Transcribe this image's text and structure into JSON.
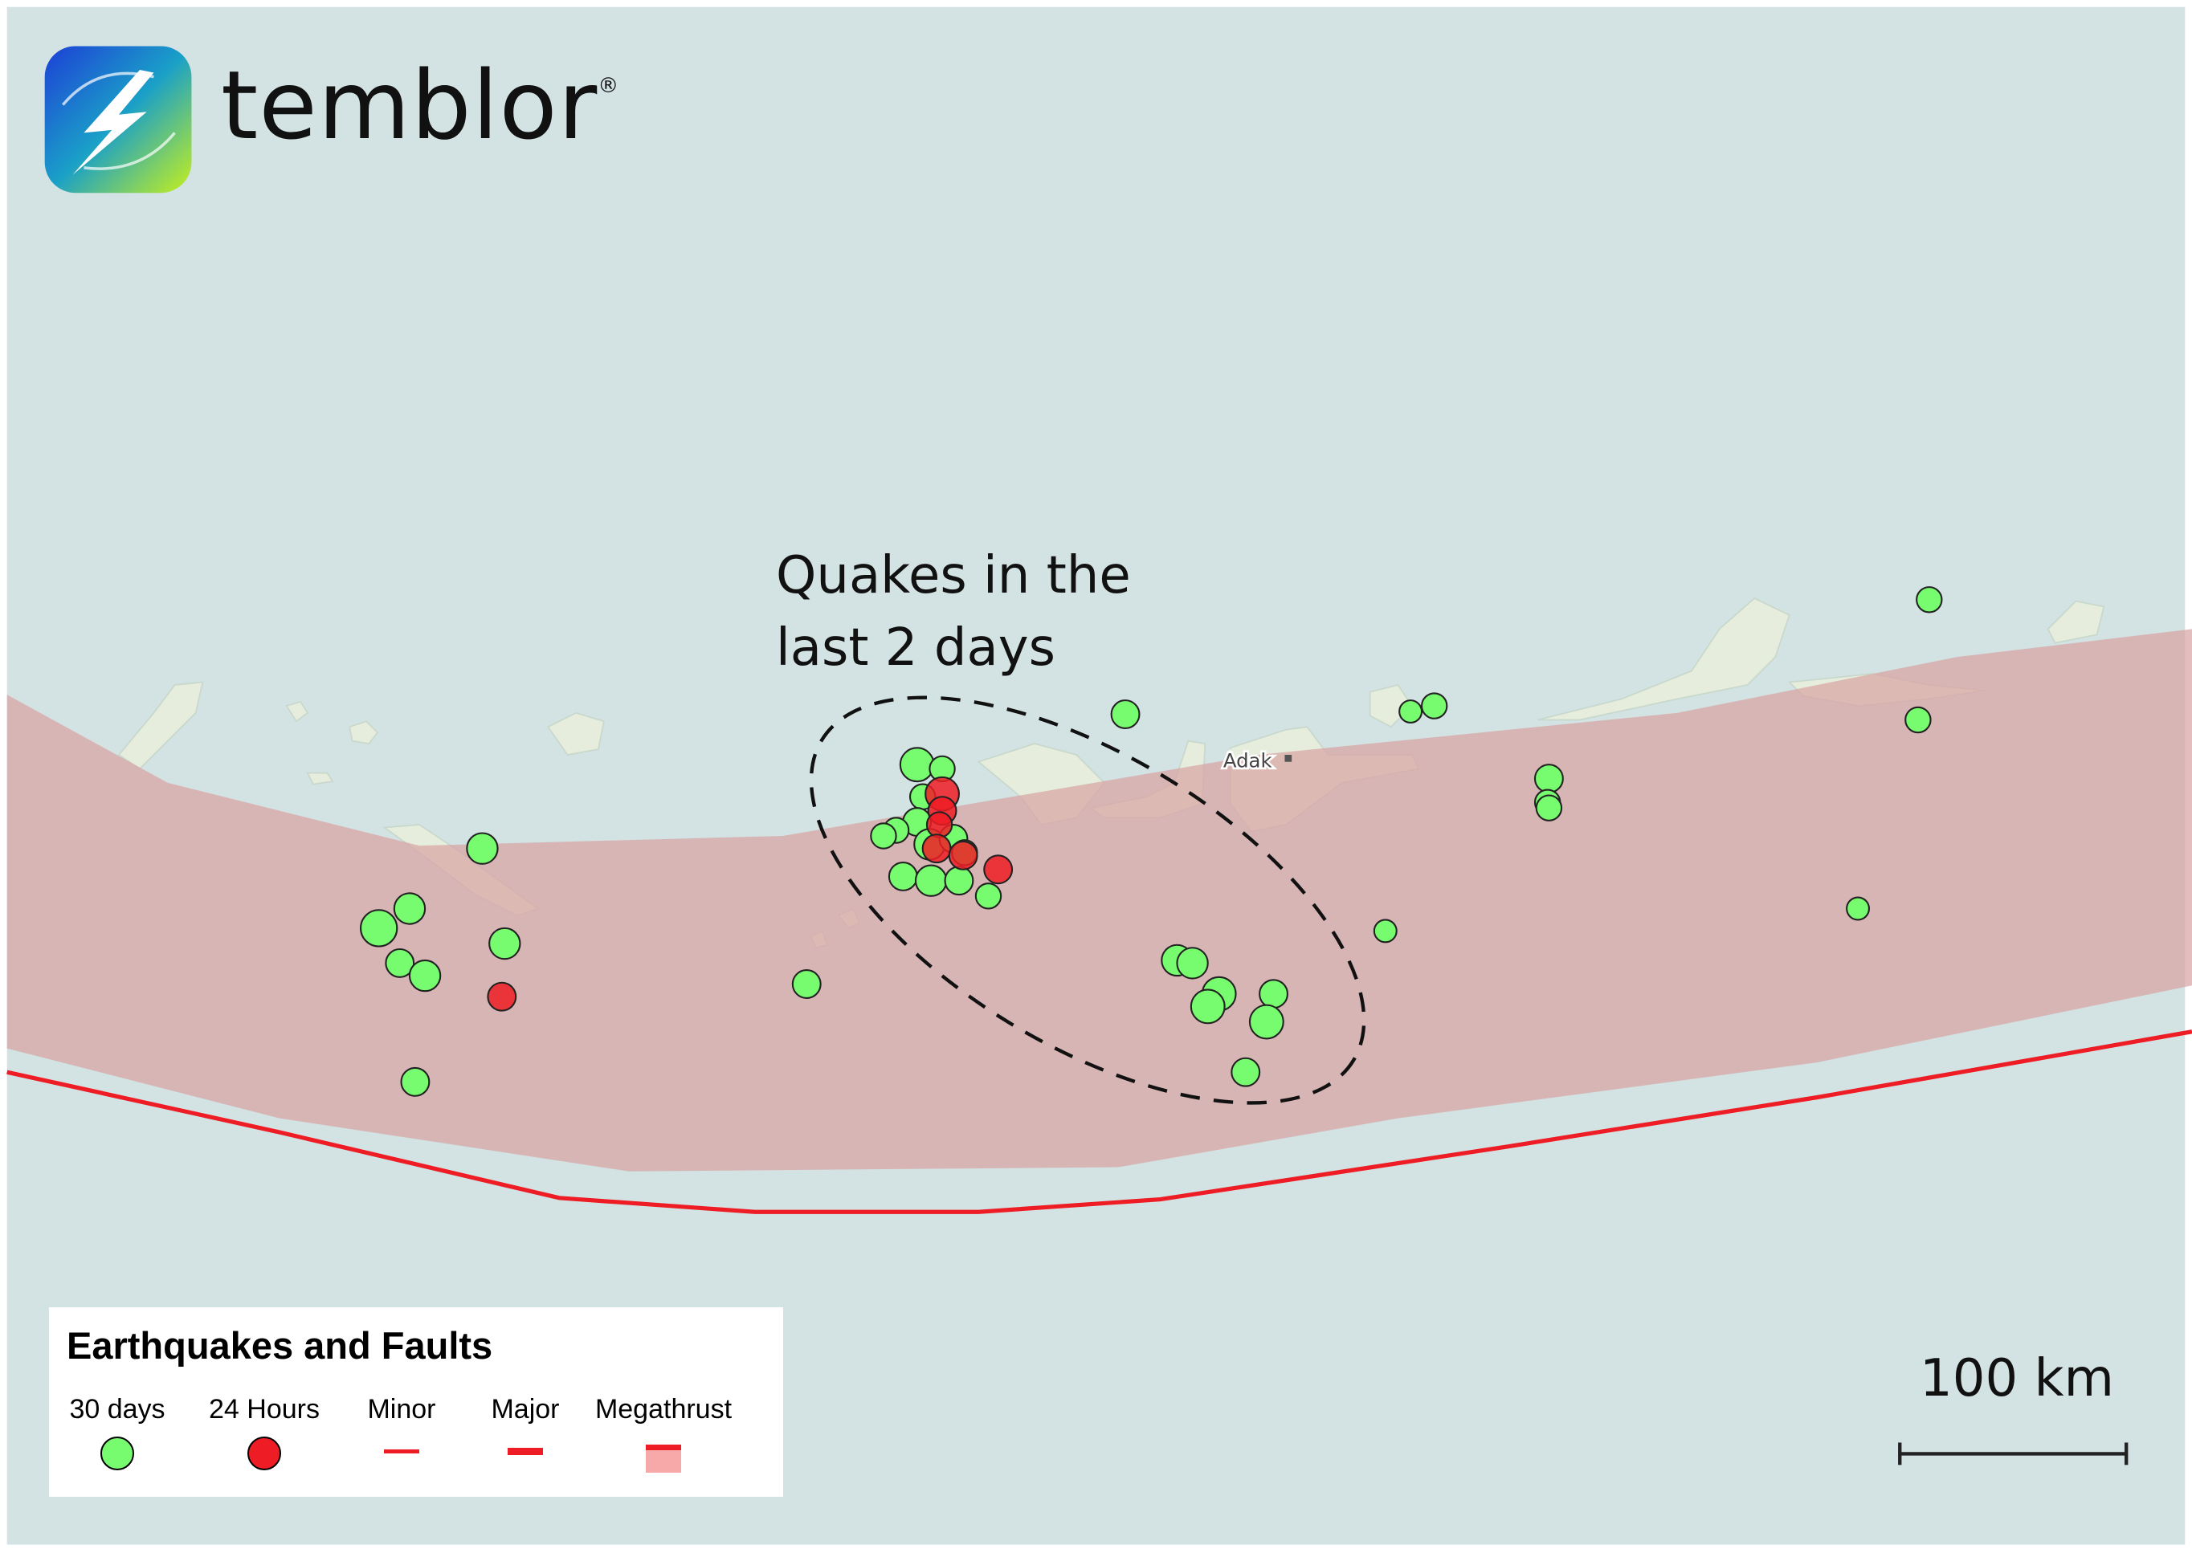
{
  "logo": {
    "name": "temblor",
    "registered_mark": "®"
  },
  "annotation": {
    "line1": "Quakes in the",
    "line2": "last 2 days"
  },
  "place_labels": {
    "adak": "Adak"
  },
  "legend": {
    "title": "Earthquakes and Faults",
    "items": [
      {
        "label": "30 days",
        "color": "#77fb6f"
      },
      {
        "label": "24 Hours",
        "color": "#ee1c24"
      },
      {
        "label": "Minor",
        "color": "#ee1c24"
      },
      {
        "label": "Major",
        "color": "#ee1c24"
      },
      {
        "label": "Megathrust",
        "color": "#f7a8a8"
      }
    ]
  },
  "scale_bar": {
    "label": "100 km"
  },
  "colors": {
    "ocean": "#d3e2e2",
    "megathrust_zone": "#dcb8b8",
    "fault": "#ee1c24",
    "land": "#e6eddc"
  }
}
